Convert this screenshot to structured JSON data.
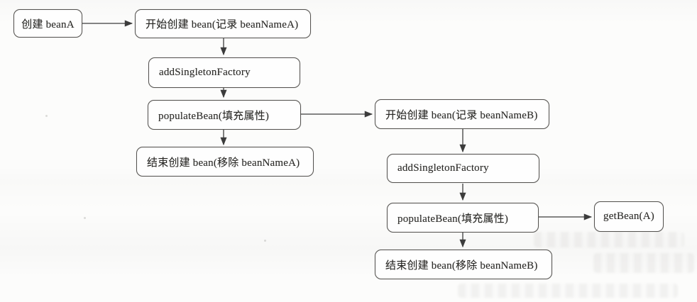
{
  "diagram": {
    "type": "flowchart",
    "description_colors": {
      "box_border": "#555350",
      "box_fill": "#fefefe",
      "text": "#2b2a27",
      "arrow": "#3c3c3c",
      "page_background": "#fcfcfb"
    },
    "nodes": [
      {
        "id": "create-beanA",
        "label": "创建 beanA"
      },
      {
        "id": "start-create-beanA",
        "label": "开始创建 bean(记录 beanNameA)"
      },
      {
        "id": "add-singleton-factory-A",
        "label": "addSingletonFactory"
      },
      {
        "id": "populate-bean-A",
        "label": "populateBean(填充属性)"
      },
      {
        "id": "end-create-beanA",
        "label": "结束创建 bean(移除 beanNameA)"
      },
      {
        "id": "start-create-beanB",
        "label": "开始创建 bean(记录 beanNameB)"
      },
      {
        "id": "add-singleton-factory-B",
        "label": "addSingletonFactory"
      },
      {
        "id": "populate-bean-B",
        "label": "populateBean(填充属性)"
      },
      {
        "id": "get-bean-A",
        "label": "getBean(A)"
      },
      {
        "id": "end-create-beanB",
        "label": "结束创建 bean(移除 beanNameB)"
      }
    ],
    "edges": [
      {
        "from": "create-beanA",
        "to": "start-create-beanA"
      },
      {
        "from": "start-create-beanA",
        "to": "add-singleton-factory-A"
      },
      {
        "from": "add-singleton-factory-A",
        "to": "populate-bean-A"
      },
      {
        "from": "populate-bean-A",
        "to": "end-create-beanA"
      },
      {
        "from": "populate-bean-A",
        "to": "start-create-beanB"
      },
      {
        "from": "start-create-beanB",
        "to": "add-singleton-factory-B"
      },
      {
        "from": "add-singleton-factory-B",
        "to": "populate-bean-B"
      },
      {
        "from": "populate-bean-B",
        "to": "get-bean-A"
      },
      {
        "from": "populate-bean-B",
        "to": "end-create-beanB"
      }
    ]
  }
}
